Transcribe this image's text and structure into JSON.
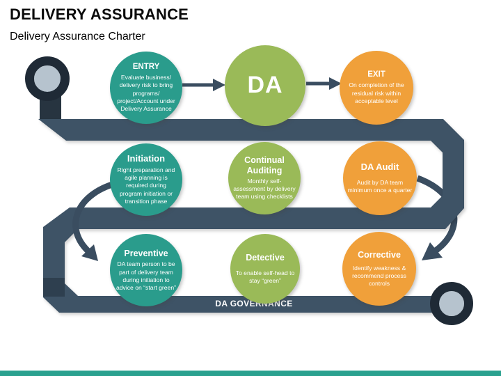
{
  "header": {
    "title": "DELIVERY ASSURANCE",
    "subtitle": "Delivery Assurance Charter"
  },
  "diagram": {
    "governance_label": "DA GOVERNANCE",
    "nodes": [
      {
        "id": "entry",
        "title": "ENTRY",
        "body": "Evaluate business/ delivery risk to bring programs/ project/Account under Delivery Assurance",
        "color": "teal"
      },
      {
        "id": "da",
        "title": "DA",
        "body": "",
        "color": "green"
      },
      {
        "id": "exit",
        "title": "EXIT",
        "body": "On completion of the residual risk within acceptable level",
        "color": "orange"
      },
      {
        "id": "initiation",
        "title": "Initiation",
        "body": "Right preparation and agile planning is required during program initiation or transition phase",
        "color": "teal"
      },
      {
        "id": "continual-auditing",
        "title": "Continual Auditing",
        "body": "Monthly self-assessment by delivery team using checklists",
        "color": "green"
      },
      {
        "id": "da-audit",
        "title": "DA Audit",
        "body": "Audit by DA team minimum once a quarter",
        "color": "orange"
      },
      {
        "id": "preventive",
        "title": "Preventive",
        "body": "DA team person to be part of delivery team during initiation to advice on “start green”",
        "color": "teal"
      },
      {
        "id": "detective",
        "title": "Detective",
        "body": "To enable self-head to stay “green”",
        "color": "green"
      },
      {
        "id": "corrective",
        "title": "Corrective",
        "body": "Identify weakness & recommend process controls",
        "color": "orange"
      }
    ]
  },
  "colors": {
    "teal": "#2a9c8c",
    "green": "#9aba58",
    "orange": "#f0a03a",
    "ribbon": "#3e5366",
    "ribbon_dark": "#273440",
    "ribbon_shade": "#2e3f4f",
    "ring": "#1f2a36",
    "ring_inner": "#b6c3ce",
    "arrow": "#3a4d60",
    "accent": "#2aa18f",
    "text_dark": "#0b0b0b",
    "text_light": "#ffffff"
  }
}
